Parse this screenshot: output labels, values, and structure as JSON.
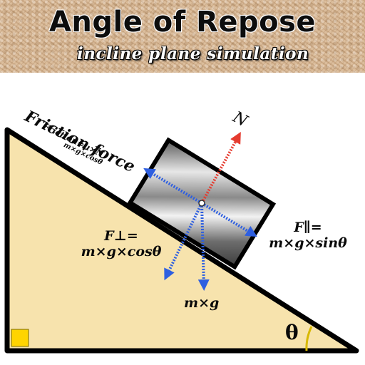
{
  "header": {
    "title": "Angle of Repose",
    "subtitle": "incline plane simulation"
  },
  "labels": {
    "friction_force": "Friction force",
    "friction_formula": "Friction=μ×N",
    "friction_formula_2": "m×g×cosθ",
    "f_perp_head": "F⊥=",
    "f_perp_formula": "m×g×cosθ",
    "f_par_head": "F∥=",
    "f_par_formula": "m×g×sinθ",
    "weight": "m×g",
    "normal": "N",
    "angle": "θ"
  },
  "colors": {
    "incline_fill": "#f7e3ad",
    "incline_stroke": "#000000",
    "right_angle_marker": "#ffd400",
    "normal_arrow": "#e53b2f",
    "vector_arrows": "#2e5fe0"
  }
}
